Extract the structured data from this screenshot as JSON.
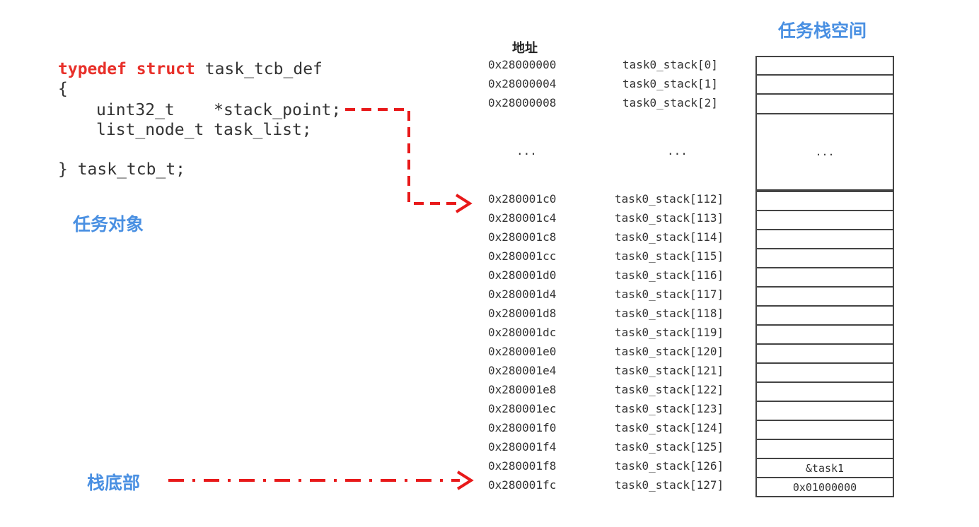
{
  "code": {
    "line1_kw": "typedef struct",
    "line1_name": "task_tcb_def",
    "open_brace": "{",
    "line2": "uint32_t    *stack_point;",
    "line3": "list_node_t task_list;",
    "close": "} task_tcb_t;"
  },
  "labels": {
    "task_object": "任务对象",
    "stack_bottom": "栈底部",
    "stack_space": "任务栈空间",
    "address_header": "地址"
  },
  "top_rows": [
    {
      "addr": "0x28000000",
      "name": "task0_stack[0]"
    },
    {
      "addr": "0x28000004",
      "name": "task0_stack[1]"
    },
    {
      "addr": "0x28000008",
      "name": "task0_stack[2]"
    }
  ],
  "ellipsis": "...",
  "rows": [
    {
      "addr": "0x280001c0",
      "name": "task0_stack[112]",
      "value": ""
    },
    {
      "addr": "0x280001c4",
      "name": "task0_stack[113]",
      "value": ""
    },
    {
      "addr": "0x280001c8",
      "name": "task0_stack[114]",
      "value": ""
    },
    {
      "addr": "0x280001cc",
      "name": "task0_stack[115]",
      "value": ""
    },
    {
      "addr": "0x280001d0",
      "name": "task0_stack[116]",
      "value": ""
    },
    {
      "addr": "0x280001d4",
      "name": "task0_stack[117]",
      "value": ""
    },
    {
      "addr": "0x280001d8",
      "name": "task0_stack[118]",
      "value": ""
    },
    {
      "addr": "0x280001dc",
      "name": "task0_stack[119]",
      "value": ""
    },
    {
      "addr": "0x280001e0",
      "name": "task0_stack[120]",
      "value": ""
    },
    {
      "addr": "0x280001e4",
      "name": "task0_stack[121]",
      "value": ""
    },
    {
      "addr": "0x280001e8",
      "name": "task0_stack[122]",
      "value": ""
    },
    {
      "addr": "0x280001ec",
      "name": "task0_stack[123]",
      "value": ""
    },
    {
      "addr": "0x280001f0",
      "name": "task0_stack[124]",
      "value": ""
    },
    {
      "addr": "0x280001f4",
      "name": "task0_stack[125]",
      "value": ""
    },
    {
      "addr": "0x280001f8",
      "name": "task0_stack[126]",
      "value": "&task1"
    },
    {
      "addr": "0x280001fc",
      "name": "task0_stack[127]",
      "value": "0x01000000"
    }
  ],
  "colors": {
    "arrow": "#e8191a",
    "blue_label": "#4a90e2",
    "keyword": "#e8302a"
  }
}
